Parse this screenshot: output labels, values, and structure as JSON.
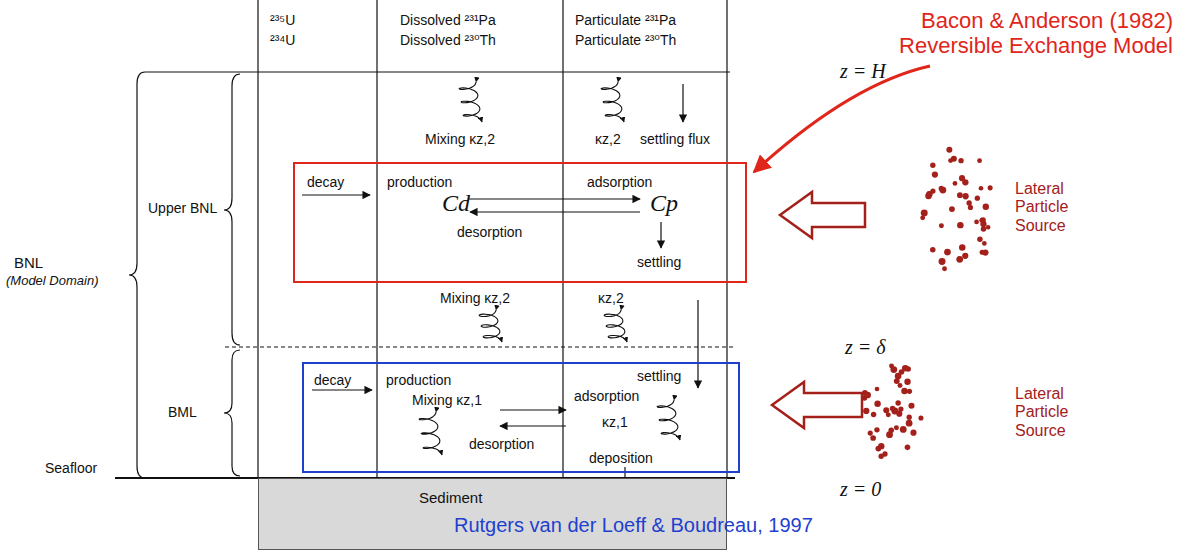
{
  "diagram": {
    "nodes": [
      {
        "text": [
          "decay",
          "production",
          "Cd",
          "adsorption",
          "desorption",
          "Cp",
          "settling"
        ]
      },
      {
        "text": [
          "decay",
          "production",
          "Mixing κz,1",
          "adsorption",
          "κz,1",
          "desorption",
          "deposition",
          "settling",
          "Rutgers van der Loeff & Boudreau, 1997"
        ]
      },
      {
        "text": [
          "Sediment"
        ]
      }
    ],
    "labels": [
      "²³⁵U",
      "²³⁴U",
      "Dissolved ²³¹Pa",
      "Dissolved ²³⁰Th",
      "Particulate ²³¹Pa",
      "Particulate ²³⁰Th",
      "Mixing κz,2",
      "κz,2",
      "settling flux",
      "z = H",
      "Bacon & Anderson (1982) Reversible Exchange Model",
      "Lateral Particle Source",
      "Upper BNL",
      "BNL",
      "(Model Domain)",
      "Mixing κz,2",
      "κz,2",
      "z = δ",
      "Lateral Particle Source",
      "BML",
      "Seafloor",
      "z = 0"
    ]
  }
}
